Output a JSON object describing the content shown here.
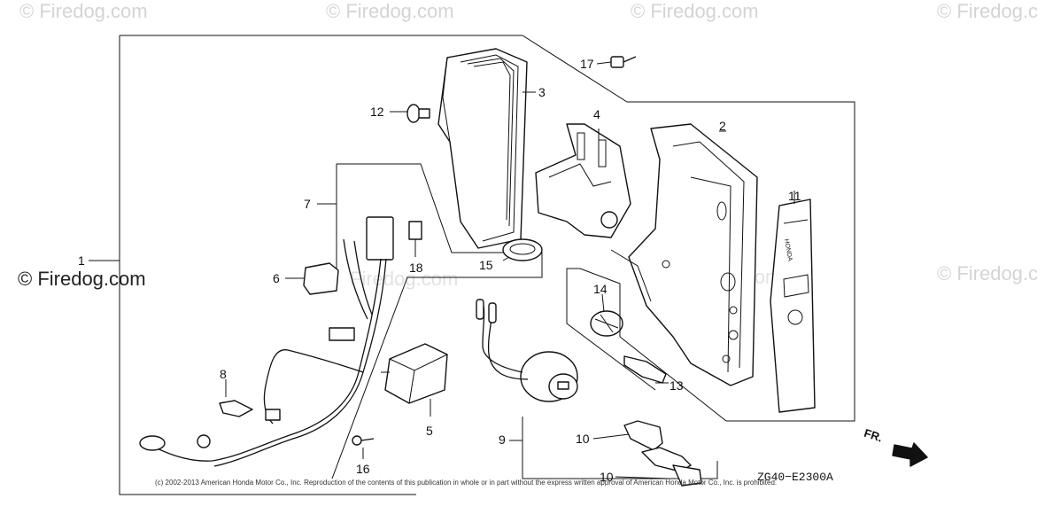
{
  "watermarks": {
    "top_1": "© Firedog.com",
    "top_2": "© Firedog.com",
    "top_3": "© Firedog.com",
    "top_4": "© Firedog.c",
    "mid_left": "© Firedog.com",
    "mid_right": "© Firedog.c",
    "mid_faint_1": "Firedog.com",
    "mid_faint_2": "Firedog.com"
  },
  "callouts": {
    "p1": "1",
    "p2": "2",
    "p3": "3",
    "p4": "4",
    "p5": "5",
    "p6": "6",
    "p7": "7",
    "p8": "8",
    "p9": "9",
    "p10a": "10",
    "p10b": "10",
    "p11": "11",
    "p12": "12",
    "p13": "13",
    "p14": "14",
    "p15": "15",
    "p16": "16",
    "p17": "17",
    "p18": "18"
  },
  "front_indicator": "FR.",
  "honda_label": "HONDA",
  "drawing_code": "ZG40−E2300A",
  "copyright": "(c) 2002-2013 American Honda Motor Co., Inc. Reproduction of the contents of this publication in whole or in part without the express written approval of American Honda Motor Co., Inc. is prohibited."
}
